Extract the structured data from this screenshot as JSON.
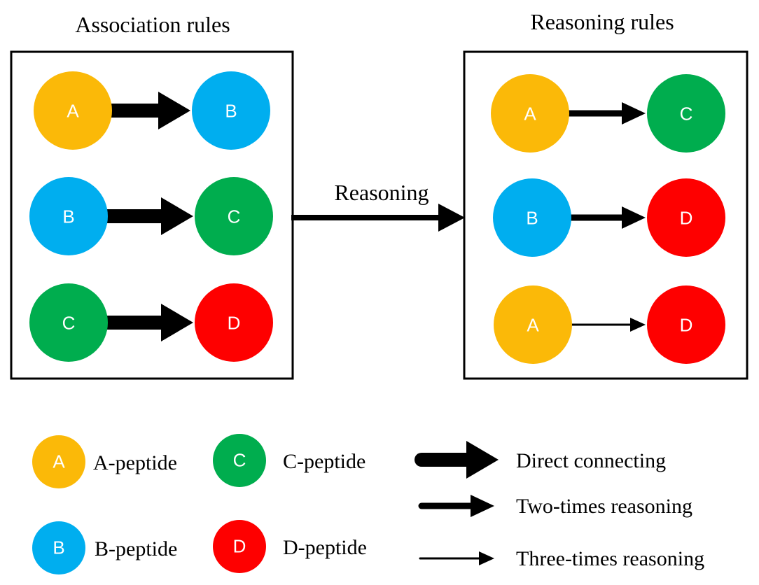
{
  "colors": {
    "A": "#FBB908",
    "B": "#00AEEF",
    "C": "#00AD4E",
    "D": "#FE0000",
    "line": "#000000"
  },
  "association": {
    "title": "Association rules",
    "rules": [
      {
        "from": "A",
        "to": "B",
        "style": "thick"
      },
      {
        "from": "B",
        "to": "C",
        "style": "thick"
      },
      {
        "from": "C",
        "to": "D",
        "style": "thick"
      }
    ]
  },
  "reasoning_label": "Reasoning",
  "reasoning": {
    "title": "Reasoning rules",
    "rules": [
      {
        "from": "A",
        "to": "C",
        "style": "medium"
      },
      {
        "from": "B",
        "to": "D",
        "style": "medium"
      },
      {
        "from": "A",
        "to": "D",
        "style": "thin"
      }
    ]
  },
  "legend": {
    "nodes": [
      {
        "letter": "A",
        "label": "A-peptide"
      },
      {
        "letter": "B",
        "label": "B-peptide"
      },
      {
        "letter": "C",
        "label": "C-peptide"
      },
      {
        "letter": "D",
        "label": "D-peptide"
      }
    ],
    "arrows": [
      {
        "style": "thick",
        "label": "Direct connecting"
      },
      {
        "style": "medium",
        "label": "Two-times reasoning"
      },
      {
        "style": "thin",
        "label": "Three-times reasoning"
      }
    ]
  }
}
